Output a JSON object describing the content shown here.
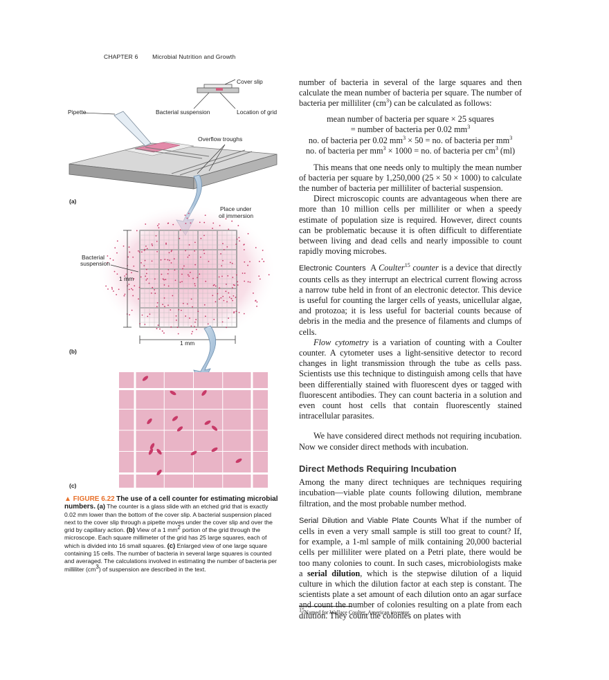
{
  "header": {
    "chapter": "CHAPTER 6",
    "title": "Microbial Nutrition and Growth"
  },
  "figure": {
    "labels": {
      "cover_slip": "Cover slip",
      "pipette": "Pipette",
      "bacterial_suspension_a": "Bacterial suspension",
      "location_of_grid": "Location of grid",
      "overflow_troughs": "Overflow troughs",
      "part_a": "(a)",
      "place_under": "Place under",
      "oil_immersion": "oil immersion",
      "bacterial": "Bacterial",
      "suspension": "suspension",
      "one_mm_v": "1 mm",
      "one_mm_h": "1 mm",
      "part_b": "(b)",
      "part_c": "(c)"
    },
    "colors": {
      "slide": "#b9b9b9",
      "grid_pink": "#e9b4c6",
      "cell": "#c83a68",
      "arrow": "#a9c3da",
      "glow": "#f2c9d7"
    }
  },
  "caption": {
    "label": "▲ FIGURE 6.22",
    "title": "The use of a cell counter for estimating microbial numbers.",
    "part_a": "(a)",
    "text_a": "The counter is a glass slide with an etched grid that is exactly 0.02 mm lower than the bottom of the cover slip. A bacterial suspension placed next to the cover slip through a pipette moves under the cover slip and over the grid by capillary action.",
    "part_b": "(b)",
    "text_b1": "View of a 1 mm",
    "text_b2": " portion of the grid through the microscope. Each square millimeter of the grid has 25 large squares, each of which is divided into 16 small squares.",
    "part_c": "(c)",
    "text_c1": "Enlarged view of one large square containing 15 cells. The number of bacteria in several large squares is counted and averaged. The calculations involved in estimating the number of bacteria per milliliter (cm",
    "text_c2": ") of suspension are described in the text."
  },
  "body": {
    "p1a": "number of bacteria in several of the large squares and then calculate the mean number of bacteria per square. The number of bacteria per milliliter (cm",
    "p1b": ") can be calculated as follows:",
    "eq1": "mean number of bacteria per square × 25 squares",
    "eq2a": "= number of bacteria per 0.02 mm",
    "eq3a": "no. of bacteria per 0.02 mm",
    "eq3b": " × 50 = no. of bacteria per mm",
    "eq4a": "no. of bacteria per mm",
    "eq4b": " × 1000 = no. of bacteria per cm",
    "eq4c": " (ml)",
    "p2": "This means that one needs only to multiply the mean number of bacteria per square by 1,250,000 (25 × 50 × 1000) to calculate the number of bacteria per milliliter of bacterial suspension.",
    "p3": "Direct microscopic counts are advantageous when there are more than 10 million cells per milliliter or when a speedy estimate of population size is required. However, direct counts can be problematic because it is often difficult to differentiate between living and dead cells and nearly impossible to count rapidly moving microbes.",
    "electronic_head": "Electronic Counters",
    "p4a": "A ",
    "p4_coulter": "Coulter",
    "p4_sup": "15",
    "p4_counter": " counter",
    "p4b": " is a device that directly counts cells as they interrupt an electrical current flowing across a narrow tube held in front of an electronic detector. This device is useful for counting the larger cells of yeasts, unicellular algae, and protozoa; it is less useful for bacterial counts because of debris in the media and the presence of filaments and clumps of cells.",
    "p5_term": "Flow cytometry",
    "p5": " is a variation of counting with a Coulter counter. A cytometer uses a light-sensitive detector to record changes in light transmission through the tube as cells pass. Scientists use this technique to distinguish among cells that have been differentially stained with fluorescent dyes or tagged with fluorescent antibodies. They can count bacteria in a solution and even count host cells that contain fluorescently stained intracellular parasites.",
    "p6": "We have considered direct methods not requiring incubation. Now we consider direct methods with incubation.",
    "h2": "Direct Methods Requiring Incubation",
    "p7": "Among the many direct techniques are techniques requiring incubation—viable plate counts following dilution, membrane filtration, and the most probable number method.",
    "serial_head": "Serial Dilution and Viable Plate Counts",
    "p8a": " What if the number of cells in even a very small sample is still too great to count? If, for example, a 1-ml sample of milk containing 20,000 bacterial cells per milliliter were plated on a Petri plate, there would be too many colonies to count. In such cases, microbiologists make a ",
    "p8_term": "serial dilution",
    "p8b": ", which is the stepwise dilution of a liquid culture in which the dilution factor at each step is constant. The scientists plate a set amount of each dilution onto an agar surface and count the number of colonies resulting on a plate from each dilution. They count the colonies on plates with"
  },
  "footnote": {
    "sup": "15",
    "text": "Named for Wallace Coulter, American inventor."
  }
}
